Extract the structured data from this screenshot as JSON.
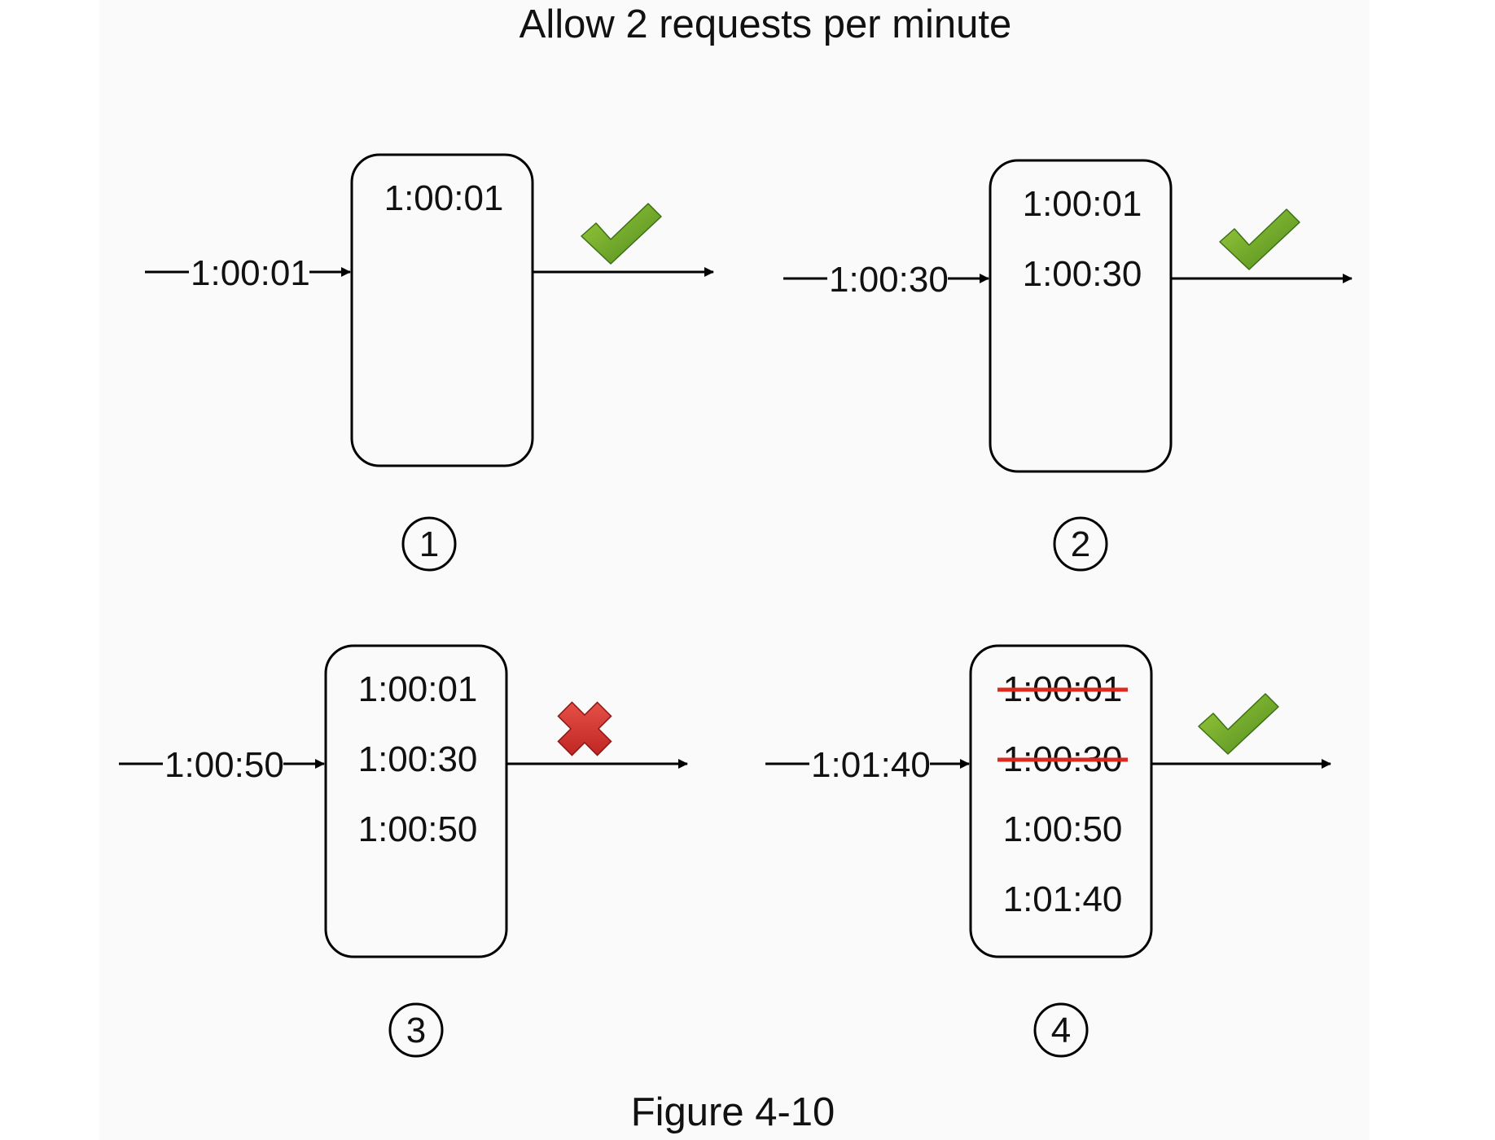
{
  "title": "Allow 2 requests per minute",
  "caption": "Figure 4-10",
  "colors": {
    "accept": "#6aa327",
    "reject": "#cc2a24",
    "strike": "#dd2a1f",
    "line": "#000000"
  },
  "panels": [
    {
      "number": "1",
      "incoming": "1:00:01",
      "log": [
        {
          "time": "1:00:01",
          "removed": false
        }
      ],
      "result": "accepted",
      "result_icon": "check-icon"
    },
    {
      "number": "2",
      "incoming": "1:00:30",
      "log": [
        {
          "time": "1:00:01",
          "removed": false
        },
        {
          "time": "1:00:30",
          "removed": false
        }
      ],
      "result": "accepted",
      "result_icon": "check-icon"
    },
    {
      "number": "3",
      "incoming": "1:00:50",
      "log": [
        {
          "time": "1:00:01",
          "removed": false
        },
        {
          "time": "1:00:30",
          "removed": false
        },
        {
          "time": "1:00:50",
          "removed": false
        }
      ],
      "result": "rejected",
      "result_icon": "cross-icon"
    },
    {
      "number": "4",
      "incoming": "1:01:40",
      "log": [
        {
          "time": "1:00:01",
          "removed": true
        },
        {
          "time": "1:00:30",
          "removed": true
        },
        {
          "time": "1:00:50",
          "removed": false
        },
        {
          "time": "1:01:40",
          "removed": false
        }
      ],
      "result": "accepted",
      "result_icon": "check-icon"
    }
  ]
}
